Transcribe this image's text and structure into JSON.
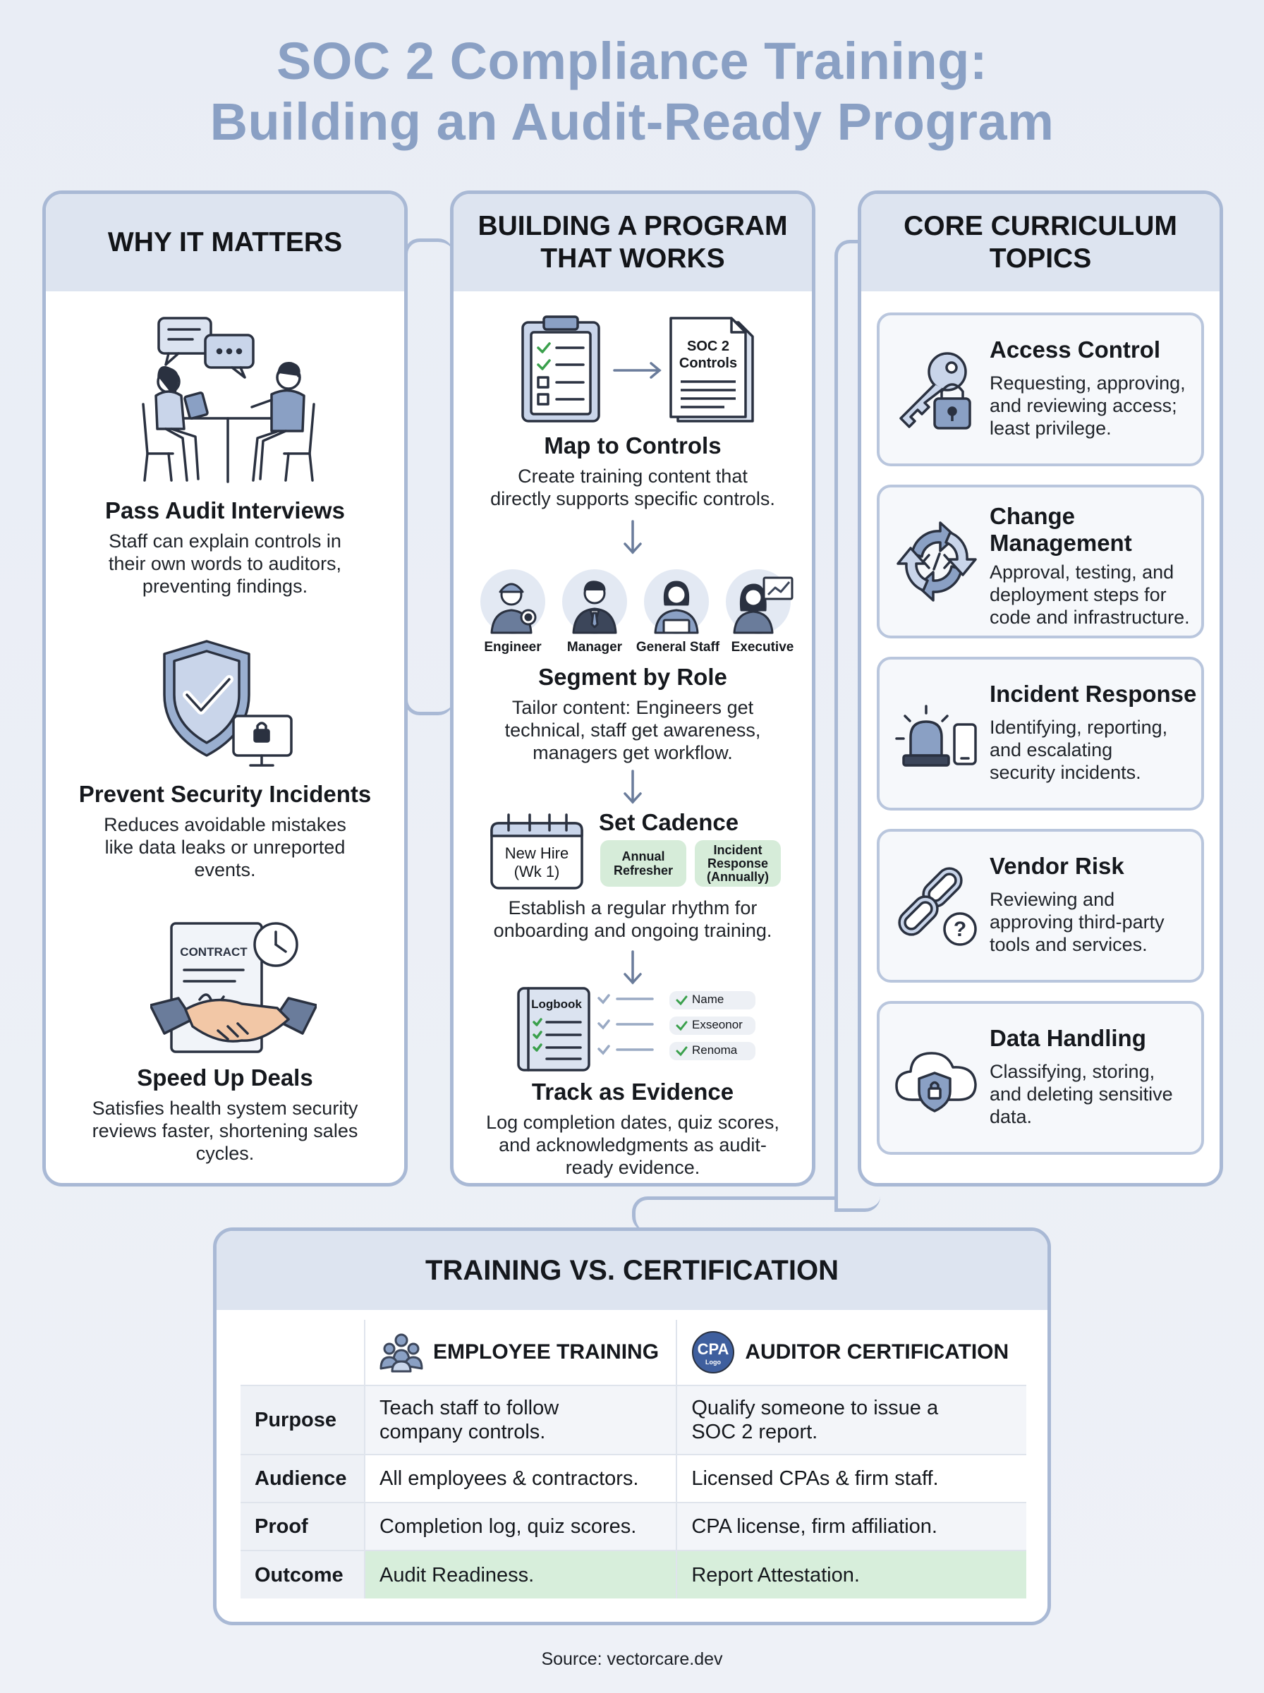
{
  "title": {
    "line1": "SOC 2 Compliance Training:",
    "line2": "Building an Audit-Ready Program"
  },
  "why": {
    "heading": "WHY IT MATTERS",
    "items": [
      {
        "title": "Pass Audit Interviews",
        "text": [
          "Staff can explain controls in",
          "their own words to auditors,",
          "preventing findings."
        ]
      },
      {
        "title": "Prevent Security Incidents",
        "text": [
          "Reduces avoidable mistakes",
          "like data leaks or unreported",
          "events."
        ]
      },
      {
        "title": "Speed Up Deals",
        "text": [
          "Satisfies health system security",
          "reviews faster, shortening sales",
          "cycles."
        ]
      }
    ],
    "contract_label": "CONTRACT"
  },
  "build": {
    "heading": [
      "BUILDING A PROGRAM",
      "THAT WORKS"
    ],
    "doc_label": [
      "SOC 2",
      "Controls"
    ],
    "steps": [
      {
        "title": "Map to Controls",
        "text": [
          "Create training content that",
          "directly supports specific controls."
        ]
      },
      {
        "title": "Segment by Role",
        "text": [
          "Tailor content: Engineers get",
          "technical, staff get awareness,",
          "managers get workflow."
        ]
      },
      {
        "title": "Set Cadence",
        "text": [
          "Establish a regular rhythm for",
          "onboarding and ongoing training."
        ]
      },
      {
        "title": "Track as Evidence",
        "text": [
          "Log completion dates, quiz scores,",
          "and acknowledgments as audit-",
          "ready evidence."
        ]
      }
    ],
    "roles": [
      "Engineer",
      "Manager",
      "General Staff",
      "Executive"
    ],
    "calendar_label": [
      "New Hire",
      "(Wk 1)"
    ],
    "pills": [
      [
        "Annual",
        "Refresher"
      ],
      [
        "Incident",
        "Response",
        "(Annually)"
      ]
    ],
    "logbook_label": "Logbook",
    "log_entries": [
      "Name",
      "Exseonor",
      "Renoma"
    ]
  },
  "curriculum": {
    "heading": [
      "CORE CURRICULUM",
      "TOPICS"
    ],
    "cards": [
      {
        "title": [
          "Access Control"
        ],
        "text": [
          "Requesting, approving,",
          "and reviewing access;",
          "least privilege."
        ],
        "icon": "key-lock-icon"
      },
      {
        "title": [
          "Change",
          "Management"
        ],
        "text": [
          "Approval, testing, and",
          "deployment steps for",
          "code and infrastructure."
        ],
        "icon": "code-cycle-icon"
      },
      {
        "title": [
          "Incident Response"
        ],
        "text": [
          "Identifying, reporting,",
          "and escalating",
          "security incidents."
        ],
        "icon": "alarm-phone-icon"
      },
      {
        "title": [
          "Vendor Risk"
        ],
        "text": [
          "Reviewing and",
          "approving third-party",
          "tools and services."
        ],
        "icon": "chain-question-icon"
      },
      {
        "title": [
          "Data Handling"
        ],
        "text": [
          "Classifying, storing,",
          "and deleting sensitive",
          "data."
        ],
        "icon": "cloud-shield-icon"
      }
    ]
  },
  "comparison": {
    "heading": "TRAINING VS. CERTIFICATION",
    "col1": "EMPLOYEE TRAINING",
    "col2": "AUDITOR CERTIFICATION",
    "cpa_badge": "CPA",
    "cpa_sub": "Logo",
    "rows": [
      {
        "label": "Purpose",
        "a": [
          "Teach staff to follow",
          "company controls."
        ],
        "b": [
          "Qualify someone to issue a",
          "SOC 2 report."
        ]
      },
      {
        "label": "Audience",
        "a": [
          "All employees & contractors."
        ],
        "b": [
          "Licensed CPAs & firm staff."
        ]
      },
      {
        "label": "Proof",
        "a": [
          "Completion log, quiz scores."
        ],
        "b": [
          "CPA license, firm affiliation."
        ]
      },
      {
        "label": "Outcome",
        "a": [
          "Audit Readiness."
        ],
        "b": [
          "Report Attestation."
        ]
      }
    ]
  },
  "source": "Source: vectorcare.dev",
  "colors": {
    "accent": "#8aa0c4",
    "border": "#a9b9d5",
    "header_fill": "#dde4f0",
    "green": "#d7eedb"
  }
}
